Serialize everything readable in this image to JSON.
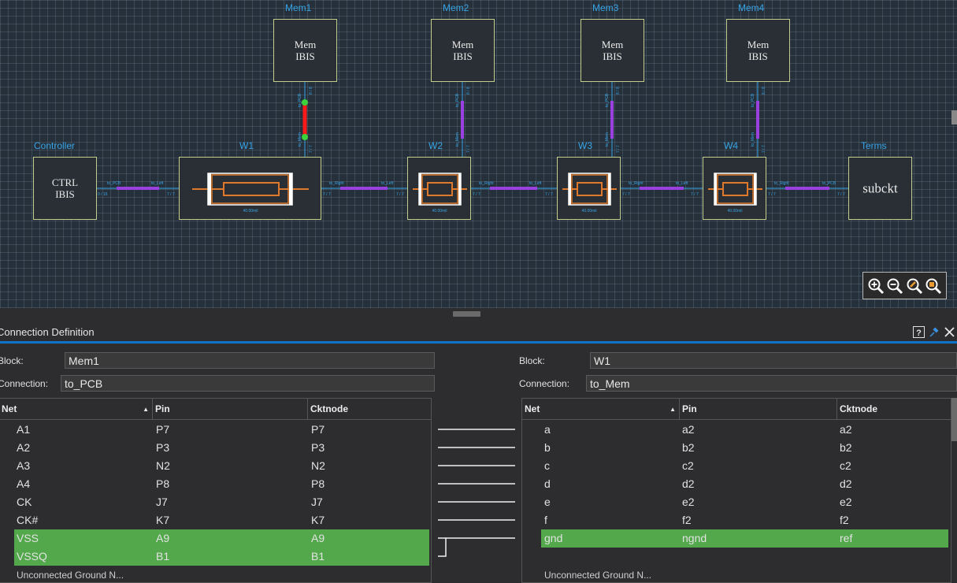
{
  "diagram": {
    "blocks": [
      {
        "id": "controller",
        "label": "Controller",
        "text": [
          "CTRL",
          "IBIS"
        ]
      },
      {
        "id": "w1",
        "label": "W1",
        "caption": "40.00mil"
      },
      {
        "id": "w2",
        "label": "W2",
        "caption": "40.00mil"
      },
      {
        "id": "w3",
        "label": "W3",
        "caption": "40.00mil"
      },
      {
        "id": "w4",
        "label": "W4",
        "caption": "40.00mil"
      },
      {
        "id": "terms",
        "label": "Terms",
        "text": [
          "subckt"
        ]
      },
      {
        "id": "mem1",
        "label": "Mem1",
        "text": [
          "Mem",
          "IBIS"
        ]
      },
      {
        "id": "mem2",
        "label": "Mem2",
        "text": [
          "Mem",
          "IBIS"
        ]
      },
      {
        "id": "mem3",
        "label": "Mem3",
        "text": [
          "Mem",
          "IBIS"
        ]
      },
      {
        "id": "mem4",
        "label": "Mem4",
        "text": [
          "Mem",
          "IBIS"
        ]
      }
    ],
    "port_labels": {
      "to_pcb": "to_PCB",
      "to_left": "to_Left",
      "to_right": "to_Right",
      "to_mem": "to_Mem",
      "ratio_16": "0 / 16",
      "ratio_7": "7 / 7",
      "ratio_8": "8 / 8"
    },
    "colors": {
      "bus": "#9a3fe0",
      "selected_bus": "#ff1a1a",
      "endpoint": "#3cd23c",
      "block_border": "#c3cd8c",
      "port": "#37a4e6",
      "label": "#37a4e6",
      "wire_body": "#e07a2a"
    }
  },
  "zoom_tools": {
    "icons": [
      "zoom-in-icon",
      "zoom-out-icon",
      "zoom-area-icon",
      "zoom-fit-icon"
    ]
  },
  "panel": {
    "title": "Connection Definition",
    "help_glyph": "?",
    "close_glyph": "✕"
  },
  "left": {
    "block_label": "Block:",
    "block_value": "Mem1",
    "connection_label": "Connection:",
    "connection_value": "to_PCB",
    "columns": [
      "Net",
      "Pin",
      "Cktnode"
    ],
    "sort_glyph": "▲",
    "rows": [
      {
        "net": "A1",
        "pin": "P7",
        "cktnode": "P7",
        "selected": false
      },
      {
        "net": "A2",
        "pin": "P3",
        "cktnode": "P3",
        "selected": false
      },
      {
        "net": "A3",
        "pin": "N2",
        "cktnode": "N2",
        "selected": false
      },
      {
        "net": "A4",
        "pin": "P8",
        "cktnode": "P8",
        "selected": false
      },
      {
        "net": "CK",
        "pin": "J7",
        "cktnode": "J7",
        "selected": false
      },
      {
        "net": "CK#",
        "pin": "K7",
        "cktnode": "K7",
        "selected": false
      },
      {
        "net": "VSS",
        "pin": "A9",
        "cktnode": "A9",
        "selected": true
      },
      {
        "net": "VSSQ",
        "pin": "B1",
        "cktnode": "B1",
        "selected": true
      }
    ],
    "footer": "Unconnected Ground N..."
  },
  "right": {
    "block_label": "Block:",
    "block_value": "W1",
    "connection_label": "Connection:",
    "connection_value": "to_Mem",
    "columns": [
      "Net",
      "Pin",
      "Cktnode"
    ],
    "sort_glyph": "▲",
    "rows": [
      {
        "net": "a",
        "pin": "a2",
        "cktnode": "a2",
        "selected": false
      },
      {
        "net": "b",
        "pin": "b2",
        "cktnode": "b2",
        "selected": false
      },
      {
        "net": "c",
        "pin": "c2",
        "cktnode": "c2",
        "selected": false
      },
      {
        "net": "d",
        "pin": "d2",
        "cktnode": "d2",
        "selected": false
      },
      {
        "net": "e",
        "pin": "e2",
        "cktnode": "e2",
        "selected": false
      },
      {
        "net": "f",
        "pin": "f2",
        "cktnode": "f2",
        "selected": false
      },
      {
        "net": "gnd",
        "pin": "ngnd",
        "cktnode": "ref",
        "selected": true
      }
    ],
    "footer": "Unconnected Ground N..."
  }
}
